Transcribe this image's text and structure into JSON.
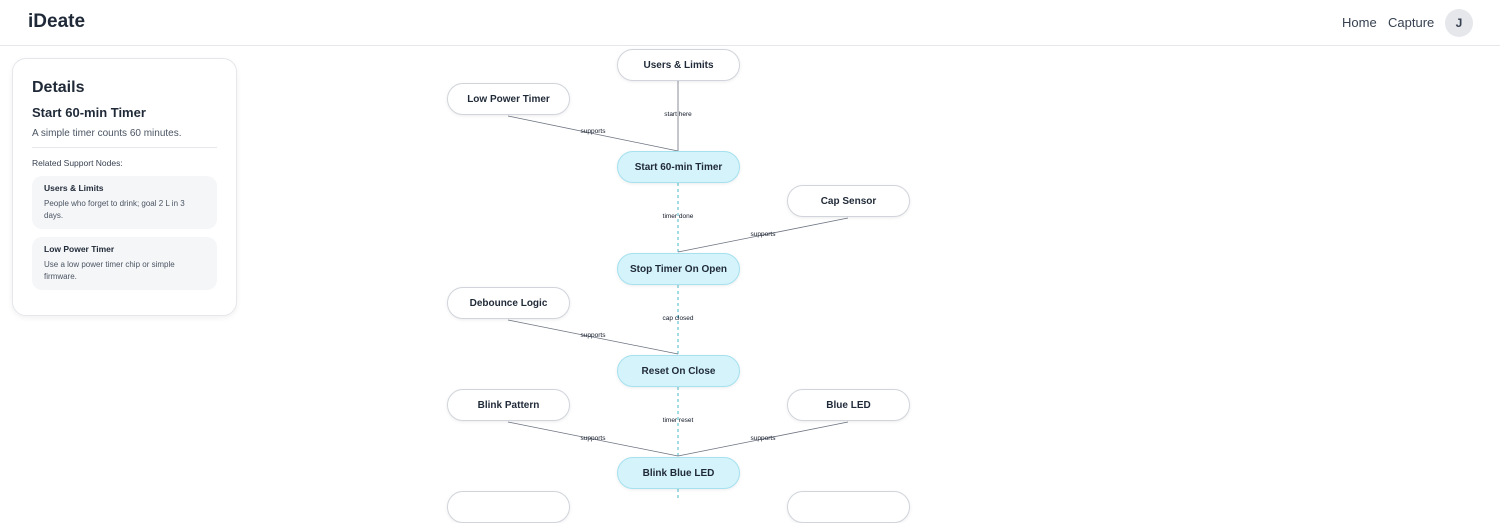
{
  "header": {
    "brand": "iDeate",
    "nav": [
      "Home",
      "Capture"
    ],
    "avatar_initial": "J"
  },
  "details": {
    "heading": "Details",
    "title": "Start 60-min Timer",
    "description": "A simple timer counts 60 minutes.",
    "related_label": "Related Support Nodes:",
    "support_nodes": [
      {
        "title": "Users & Limits",
        "description": "People who forget to drink; goal 2 L in 3 days."
      },
      {
        "title": "Low Power Timer",
        "description": "Use a low power timer chip or simple firmware."
      }
    ]
  },
  "graph": {
    "nodes": {
      "users_limits": "Users & Limits",
      "low_power_timer": "Low Power Timer",
      "start_timer": "Start 60-min Timer",
      "cap_sensor": "Cap Sensor",
      "stop_timer": "Stop Timer On Open",
      "debounce_logic": "Debounce Logic",
      "reset_on_close": "Reset On Close",
      "blink_pattern": "Blink Pattern",
      "blue_led": "Blue LED",
      "blink_blue_led": "Blink Blue LED"
    },
    "edge_labels": {
      "start_here": "start here",
      "supports": "supports",
      "timer_done": "timer done",
      "cap_closed": "cap closed",
      "timer_reset": "timer reset"
    }
  },
  "colors": {
    "main_node_fill": "#d5f3fb",
    "flow_edge": "#38b2c4"
  }
}
